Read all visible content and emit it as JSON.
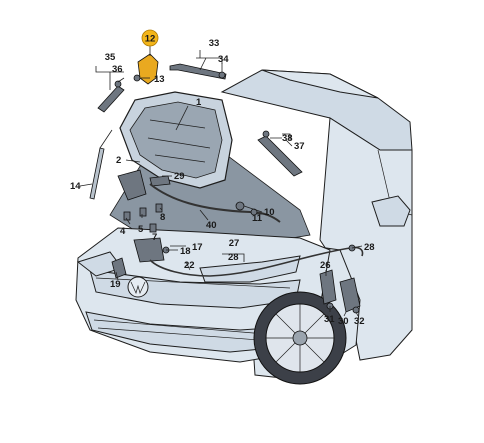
{
  "diagram": {
    "highlight_color": "#f3b51a",
    "labels": {
      "l1": "1",
      "l2": "2",
      "l4": "4",
      "l5": "5",
      "l7": "7",
      "l8": "8",
      "l10": "10",
      "l11": "11",
      "l12": "12",
      "l13": "13",
      "l14": "14",
      "l17": "17",
      "l18": "18",
      "l19": "19",
      "l22": "22",
      "l26": "26",
      "l27": "27",
      "l28a": "28",
      "l28b": "28",
      "l29": "29",
      "l30": "30",
      "l31": "31",
      "l32": "32",
      "l33": "33",
      "l34": "34",
      "l35": "35",
      "l36": "36",
      "l37": "37",
      "l38": "38",
      "l40": "40"
    }
  }
}
